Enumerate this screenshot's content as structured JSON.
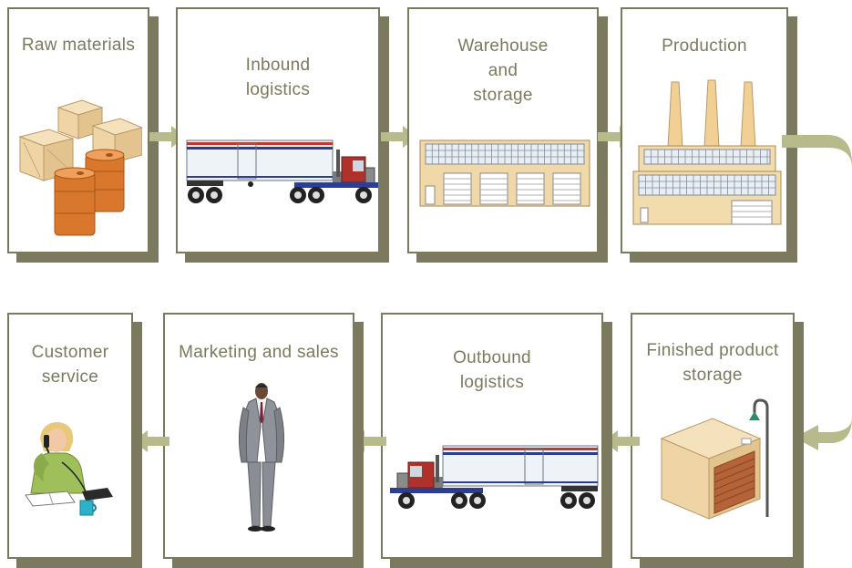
{
  "stages": [
    {
      "label_lines": [
        "Raw materials"
      ],
      "icon": "crates-and-barrels-icon"
    },
    {
      "label_lines": [
        "Inbound",
        "logistics"
      ],
      "icon": "truck-icon"
    },
    {
      "label_lines": [
        "Warehouse",
        "and",
        "storage"
      ],
      "icon": "warehouse-icon"
    },
    {
      "label_lines": [
        "Production"
      ],
      "icon": "factory-icon"
    },
    {
      "label_lines": [
        "Finished product",
        "storage"
      ],
      "icon": "storage-box-icon"
    },
    {
      "label_lines": [
        "Outbound",
        "logistics"
      ],
      "icon": "truck-icon"
    },
    {
      "label_lines": [
        "Marketing and sales"
      ],
      "icon": "salesman-icon"
    },
    {
      "label_lines": [
        "Customer",
        "service"
      ],
      "icon": "customer-service-icon"
    }
  ],
  "colors": {
    "frame": "#7b7a5e",
    "arrow": "#b7ba8a",
    "text": "#7b7a5e"
  }
}
